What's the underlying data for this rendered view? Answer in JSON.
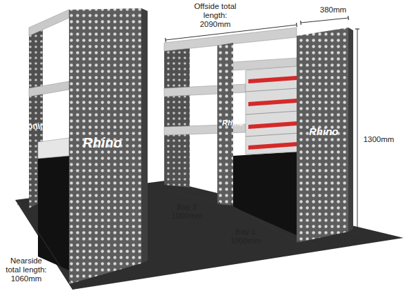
{
  "diagram": {
    "labels": [
      "Offside total length: 2090mm",
      "380mm",
      "1300mm",
      "Bay 2 1000mm",
      "Bay 1 1000mm",
      "Nearside total length: 1060mm",
      "Rhino",
      "Rhino",
      "Rhino",
      "Rhino"
    ]
  }
}
